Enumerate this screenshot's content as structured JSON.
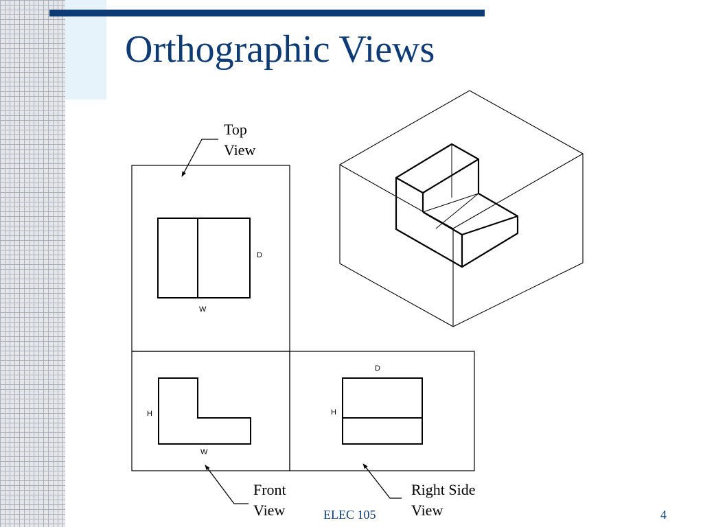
{
  "slide": {
    "title": "Orthographic Views",
    "footer_center": "ELEC 105",
    "page_number": "4"
  },
  "callouts": {
    "top_view": [
      "Top",
      "View"
    ],
    "front_view": [
      "Front",
      "View"
    ],
    "right_side_view": [
      "Right Side",
      "View"
    ]
  },
  "dimension_labels": {
    "top_view": {
      "depth": "D",
      "width": "W"
    },
    "front_view": {
      "height": "H",
      "width": "W"
    },
    "side_view": {
      "depth": "D",
      "height": "H"
    }
  },
  "colors": {
    "title": "#0e3b73",
    "accent_bar": "#0e3b73",
    "side_panel": "#e6f3fb",
    "grid_strip": "#e4e6ea"
  }
}
